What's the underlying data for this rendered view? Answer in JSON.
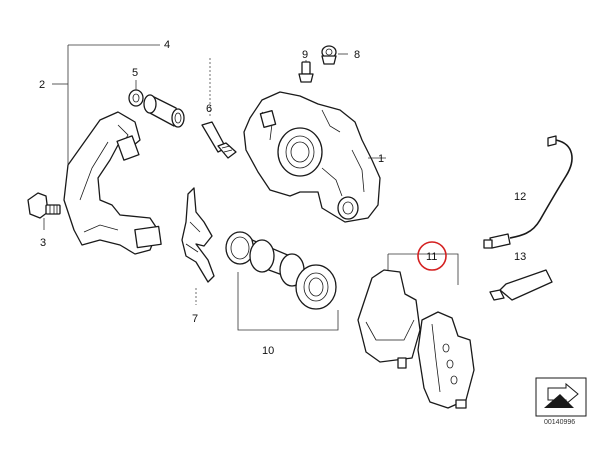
{
  "diagram": {
    "callouts": {
      "c1": "1",
      "c2": "2",
      "c3": "3",
      "c4": "4",
      "c5": "5",
      "c6": "6",
      "c7": "7",
      "c8": "8",
      "c9": "9",
      "c10": "10",
      "c11": "11",
      "c12": "12",
      "c13": "13"
    },
    "highlighted_callout": "11",
    "highlight_color": "#d42020",
    "reference_code": "00140996"
  }
}
